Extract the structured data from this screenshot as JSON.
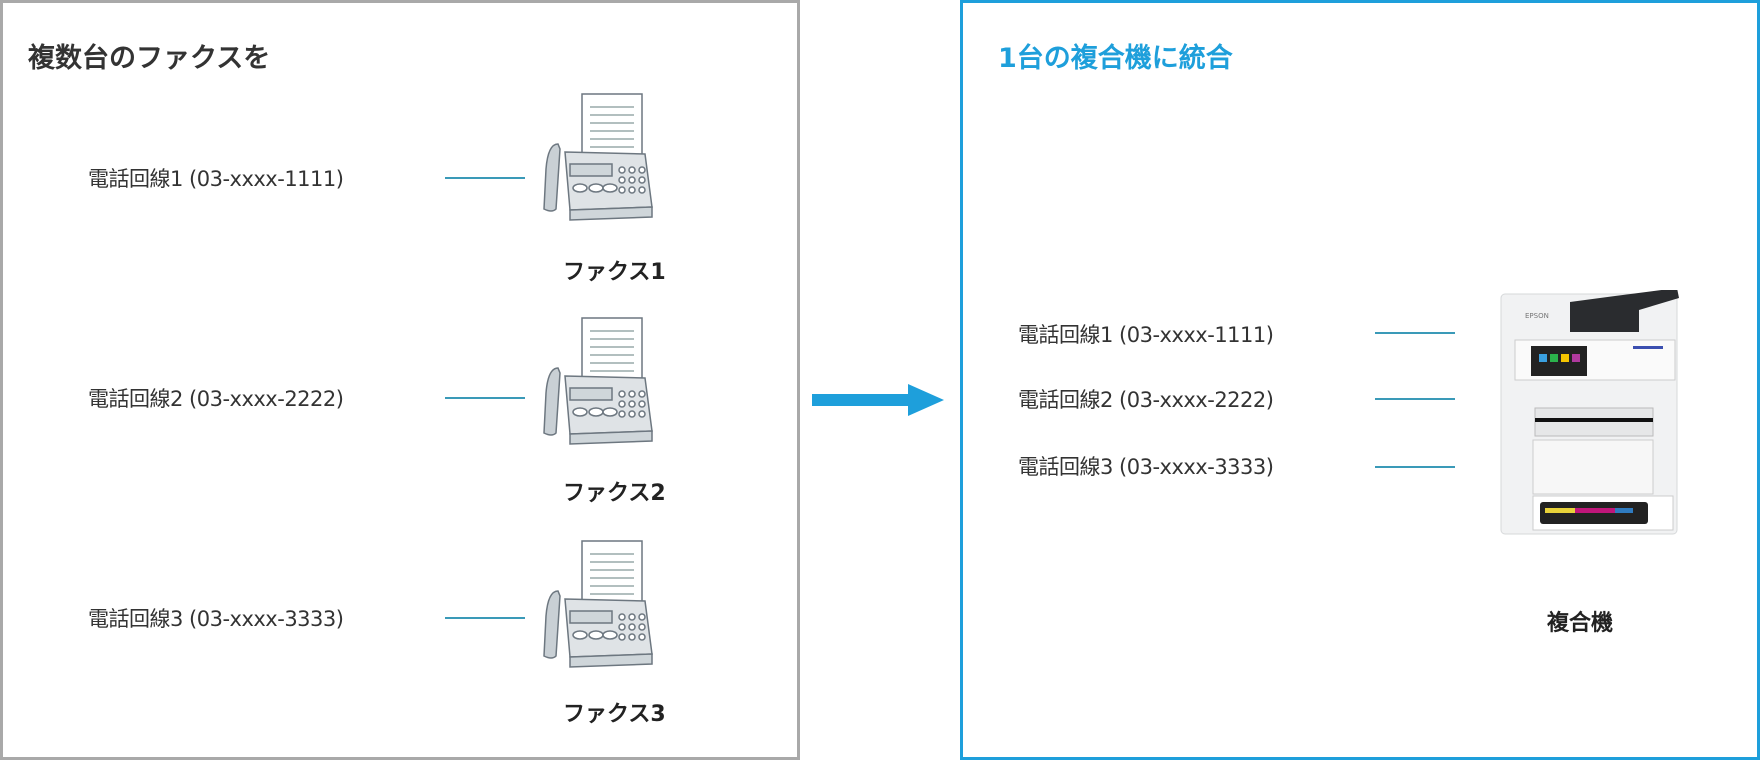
{
  "left": {
    "title": "複数台のファクスを",
    "rows": [
      {
        "line": "電話回線1 (03-xxxx-1111)",
        "device": "ファクス1"
      },
      {
        "line": "電話回線2 (03-xxxx-2222)",
        "device": "ファクス2"
      },
      {
        "line": "電話回線3 (03-xxxx-3333)",
        "device": "ファクス3"
      }
    ]
  },
  "right": {
    "title": "1台の複合機に統合",
    "lines": [
      "電話回線1 (03-xxxx-1111)",
      "電話回線2 (03-xxxx-2222)",
      "電話回線3 (03-xxxx-3333)"
    ],
    "device": "複合機",
    "brand": "EPSON"
  },
  "colors": {
    "accent": "#1e9fdb",
    "line": "#3a9ab8",
    "border": "#a9a9a9"
  }
}
